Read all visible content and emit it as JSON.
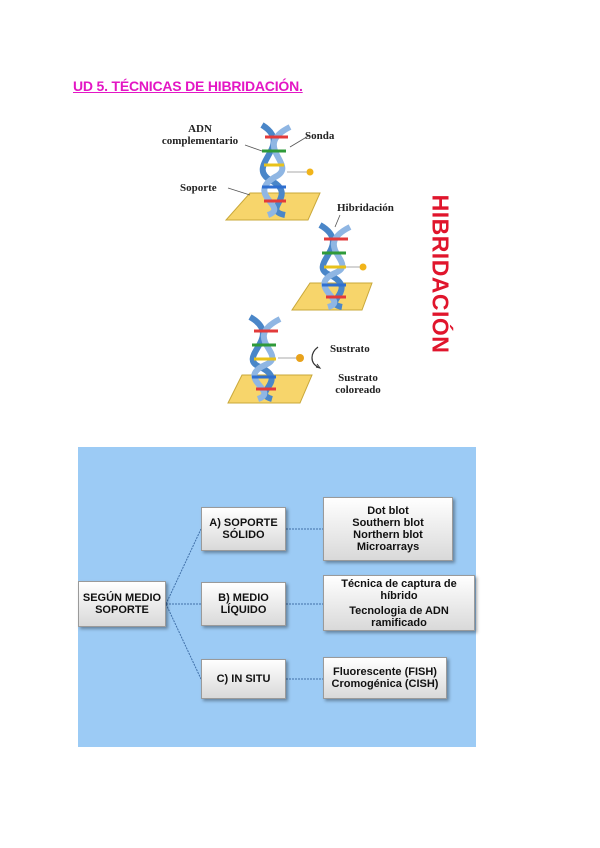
{
  "title": "UD 5. TÉCNICAS DE HIBRIDACIÓN.",
  "figure": {
    "labels": {
      "adn_line1": "ADN",
      "adn_line2": "complementario",
      "sonda": "Sonda",
      "soporte": "Soporte",
      "hibridacion": "Hibridación",
      "sustrato": "Sustrato",
      "sustrato_coloreado_line1": "Sustrato",
      "sustrato_coloreado_line2": "coloreado"
    },
    "vertical_word": "HIBRIDACIÓN"
  },
  "diagram": {
    "root": {
      "line1": "SEGÚN MEDIO",
      "line2": "SOPORTE"
    },
    "branches": [
      {
        "line1": "A) SOPORTE",
        "line2": "SÓLIDO",
        "leaf": [
          "Dot blot",
          "Southern blot",
          "Northern blot",
          "Microarrays"
        ]
      },
      {
        "line1": "B) MEDIO",
        "line2": "LÍQUIDO",
        "leaf": [
          "Técnica de captura de",
          "híbrido",
          "Tecnologia de ADN",
          "ramificado"
        ]
      },
      {
        "line1": "C) IN SITU",
        "line2": "",
        "leaf": [
          "Fluorescente (FISH)",
          "Cromogénica (CISH)"
        ]
      }
    ]
  }
}
